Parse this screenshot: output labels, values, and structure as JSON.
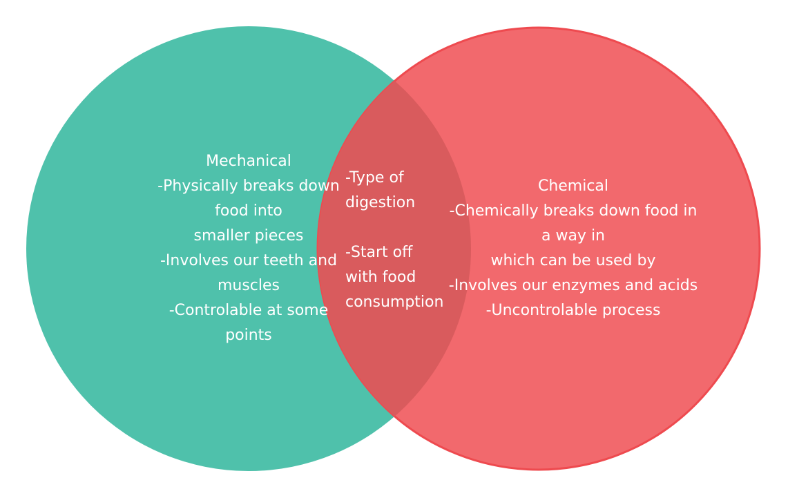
{
  "colors": {
    "left_circle": "#4fc1ab",
    "right_circle": "#f26468",
    "right_circle_stroke": "#ee4a4f",
    "text": "#ffffff"
  },
  "left": {
    "lines": [
      "Mechanical",
      "-Physically breaks down",
      "food into",
      "smaller pieces",
      "-Involves our teeth and",
      "muscles",
      "-Controlable at some",
      "points"
    ]
  },
  "center": {
    "lines_1": [
      "-Type  of",
      "digestion"
    ],
    "lines_2": [
      "-Start off",
      "with food",
      "consumption"
    ]
  },
  "right": {
    "lines": [
      "Chemical",
      "-Chemically breaks down food in",
      "a way in",
      "which can be used by",
      "-Involves our enzymes and acids",
      "-Uncontrolable process"
    ]
  }
}
